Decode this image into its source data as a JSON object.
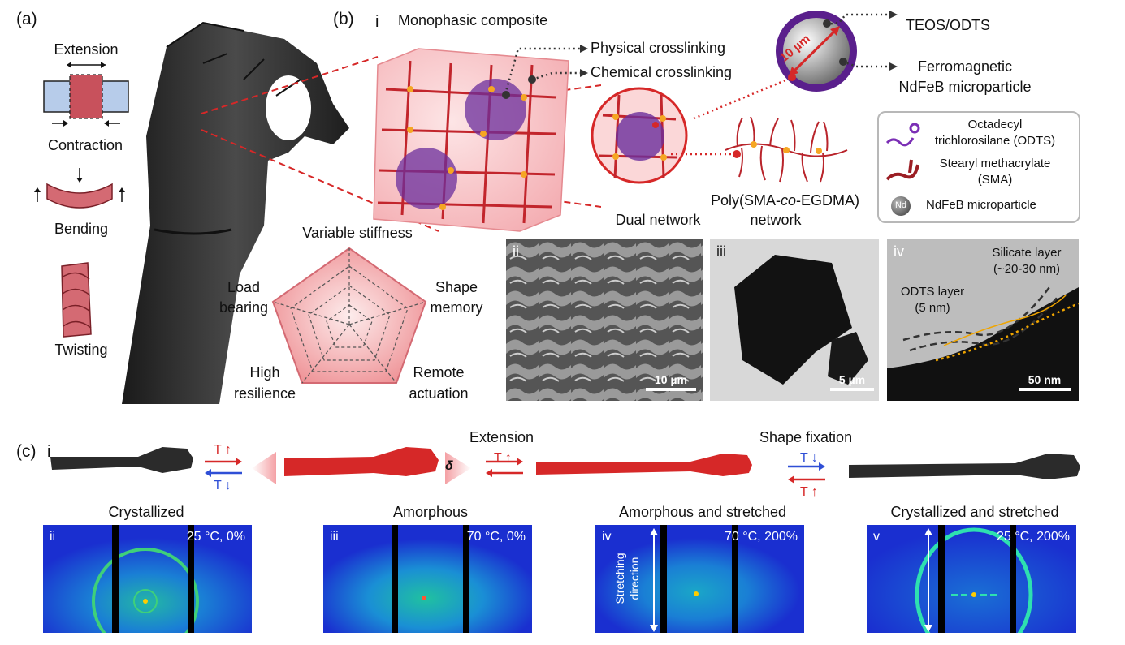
{
  "panels": {
    "a": {
      "letter": "(a)",
      "labels": {
        "extension": "Extension",
        "contraction": "Contraction",
        "bending": "Bending",
        "twisting": "Twisting"
      }
    },
    "b": {
      "letter": "(b)",
      "roman": "i",
      "monophasic": "Monophasic composite",
      "physical": "Physical crosslinking",
      "chemical": "Chemical crosslinking",
      "particle_size": "10 µm",
      "teos": "TEOS/ODTS",
      "ferro_line1": "Ferromagnetic",
      "ferro_line2": "NdFeB microparticle",
      "dual_network": "Dual network",
      "poly_line1_pre": "Poly(SMA-",
      "poly_line1_italic": "co",
      "poly_line1_post": "-EGDMA)",
      "poly_line2": "network",
      "legend": {
        "odts_line1": "Octadecyl",
        "odts_line2": "trichlorosilane (ODTS)",
        "sma_line1": "Stearyl methacrylate",
        "sma_line2": "(SMA)",
        "nd_symbol": "Nd",
        "nd_label": "NdFeB microparticle"
      },
      "radar": {
        "variable": "Variable stiffness",
        "shape_line1": "Shape",
        "shape_line2": "memory",
        "remote_line1": "Remote",
        "remote_line2": "actuation",
        "high_line1": "High",
        "high_line2": "resilience",
        "load_line1": "Load",
        "load_line2": "bearing"
      },
      "micrographs": {
        "ii": {
          "roman": "ii",
          "scale": "10 µm"
        },
        "iii": {
          "roman": "iii",
          "scale": "5 µm"
        },
        "iv": {
          "roman": "iv",
          "scale": "50 nm",
          "silicate_line1": "Silicate layer",
          "silicate_line2": "(~20-30 nm)",
          "odts_line1": "ODTS layer",
          "odts_line2": "(5 nm)"
        }
      }
    },
    "c": {
      "letter": "(c)",
      "roman": "i",
      "t_up": "T ↑",
      "t_down": "T ↓",
      "delta": "δ",
      "extension": "Extension",
      "shape_fixation": "Shape fixation",
      "states": [
        {
          "roman": "ii",
          "title": "Crystallized",
          "condition": "25 °C, 0%"
        },
        {
          "roman": "iii",
          "title": "Amorphous",
          "condition": "70 °C, 0%"
        },
        {
          "roman": "iv",
          "title": "Amorphous and stretched",
          "condition": "70 °C, 200%"
        },
        {
          "roman": "v",
          "title": "Crystallized and stretched",
          "condition": "25 °C, 200%"
        }
      ],
      "stretch_line1": "Stretching",
      "stretch_line2": "direction"
    }
  },
  "colors": {
    "red": "#d62828",
    "blue": "#2f4fd6",
    "hand": "#2b2b2b",
    "pink": "#f4b8bb"
  }
}
